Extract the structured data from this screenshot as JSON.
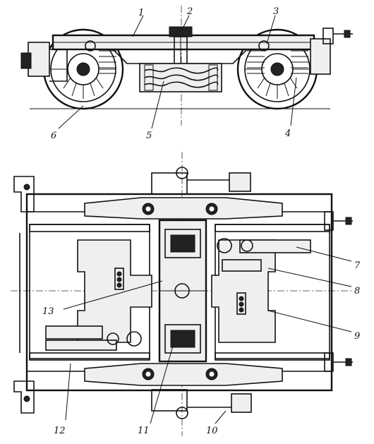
{
  "figure": {
    "callouts": [
      {
        "id": "c1",
        "text": "1"
      },
      {
        "id": "c2",
        "text": "2"
      },
      {
        "id": "c3",
        "text": "3"
      },
      {
        "id": "c4",
        "text": "4"
      },
      {
        "id": "c5",
        "text": "5"
      },
      {
        "id": "c6",
        "text": "6"
      },
      {
        "id": "c7",
        "text": "7"
      },
      {
        "id": "c8",
        "text": "8"
      },
      {
        "id": "c9",
        "text": "9"
      },
      {
        "id": "c10",
        "text": "10"
      },
      {
        "id": "c11",
        "text": "11"
      },
      {
        "id": "c12",
        "text": "12"
      },
      {
        "id": "c13",
        "text": "13"
      }
    ]
  }
}
